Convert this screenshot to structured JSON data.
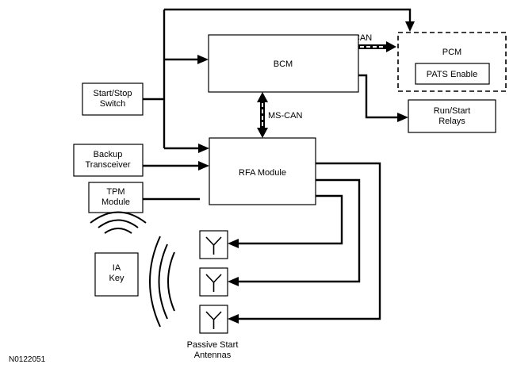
{
  "diagram": {
    "blocks": {
      "start_stop": [
        "Start/Stop",
        "Switch"
      ],
      "bcm": "BCM",
      "pcm": "PCM",
      "pats": "PATS Enable",
      "run_start": [
        "Run/Start",
        "Relays"
      ],
      "backup": [
        "Backup",
        "Transceiver"
      ],
      "tpm": [
        "TPM",
        "Module"
      ],
      "rfa": "RFA Module",
      "ia_key": [
        "IA",
        "Key"
      ]
    },
    "bus_labels": {
      "hs_can": "HS-CAN",
      "ms_can": "MS-CAN"
    },
    "antennas_caption": [
      "Passive Start",
      "Antennas"
    ],
    "figure_id": "N0122051"
  }
}
